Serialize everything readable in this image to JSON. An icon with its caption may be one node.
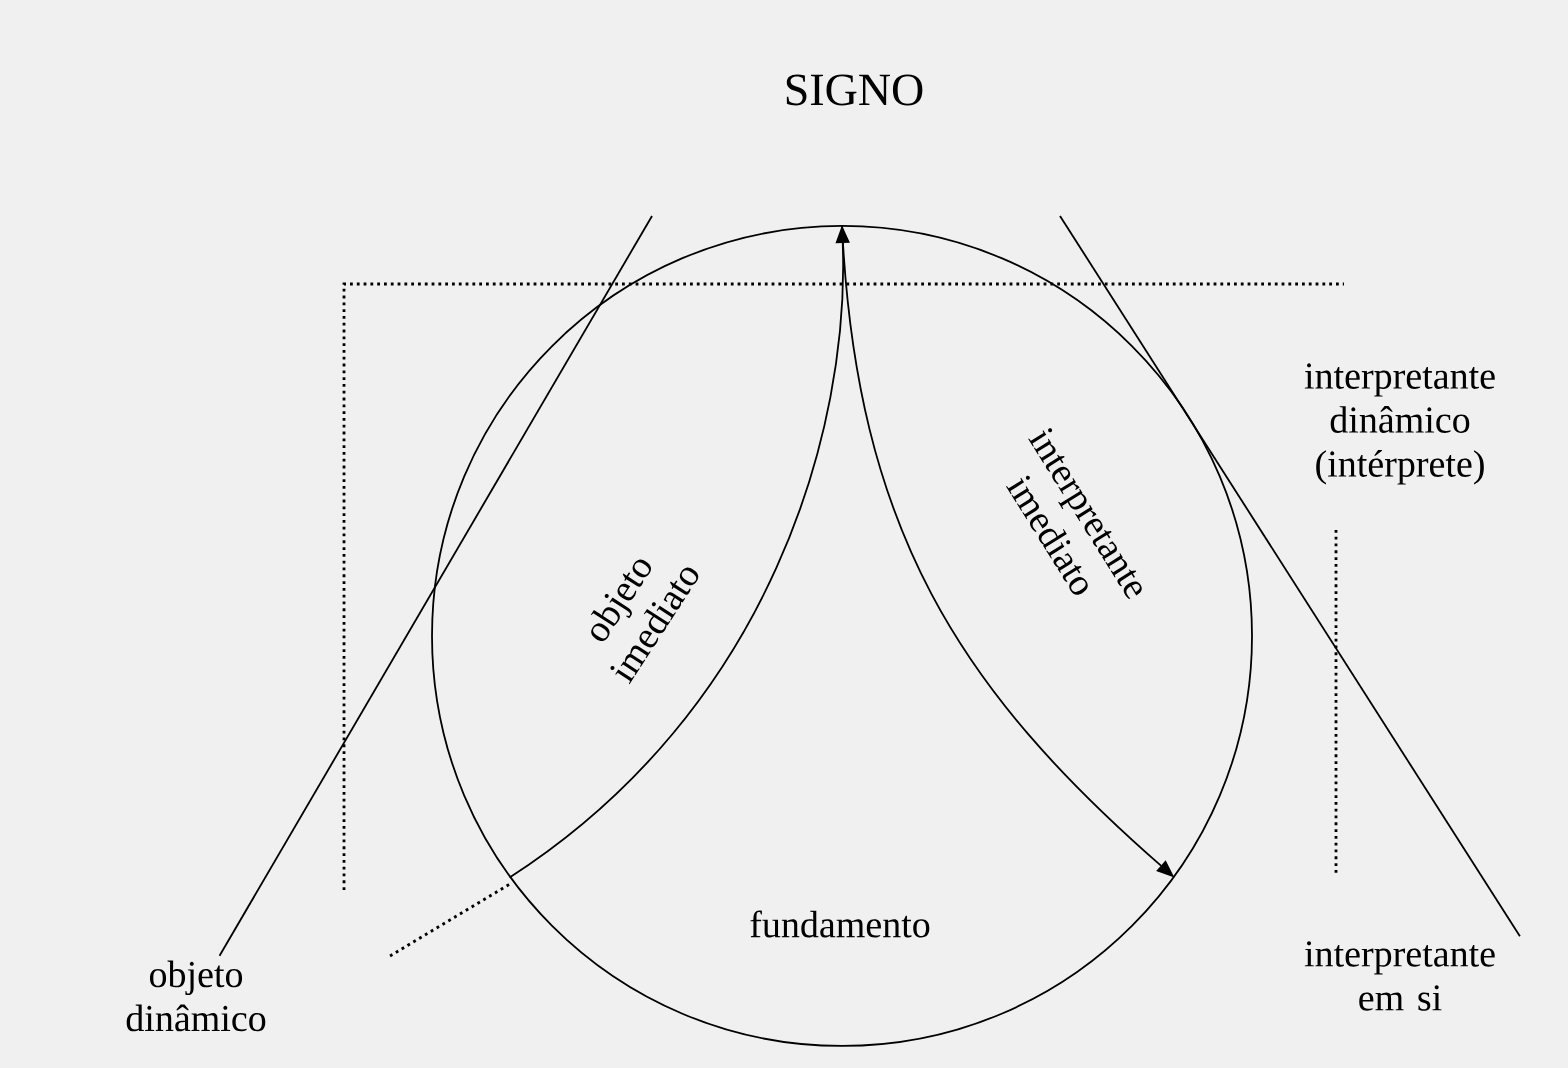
{
  "diagram": {
    "nodes": [
      {
        "text": [
          "SIGNO",
          "fundamento"
        ]
      },
      {
        "text": [
          "objeto dinâmico"
        ]
      },
      {
        "text": [
          "interpretante em si"
        ]
      }
    ],
    "edges": [
      {
        "from": 1,
        "to": null,
        "arrow": "none"
      },
      {
        "from": null,
        "to": 2,
        "arrow": "none"
      },
      {
        "from": 0,
        "to": 0,
        "arrow": "to",
        "label": "objeto imediato"
      },
      {
        "from": 0,
        "to": 0,
        "arrow": "to",
        "label": "interpretante imediato"
      }
    ],
    "labels": [
      "interpretante dinâmico (intérprete)"
    ]
  }
}
